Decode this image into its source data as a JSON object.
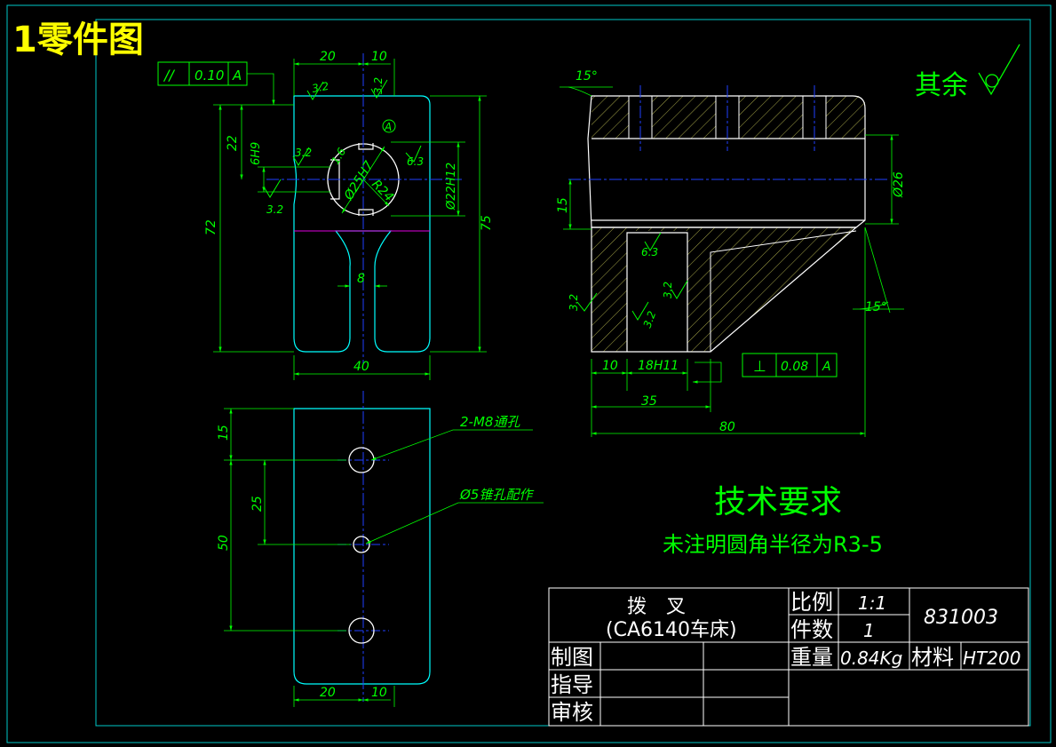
{
  "sheet_title": "1零件图",
  "surface_note": "其余",
  "front_view": {
    "dim_top_left": "20",
    "dim_top_right": "10",
    "dim_bottom_width": "40",
    "dim_left_22": "22",
    "dim_left_6h9": "6H9",
    "dim_left_72": "72",
    "dim_right_75": "75",
    "dim_rib_8": "8",
    "dim_bore": "Ø25H7",
    "dim_radius": "R24",
    "dim_right_bore": "Ø22H12",
    "rough_3_2_top": "3.2",
    "rough_3_2_top_r": "3.2",
    "rough_3_2_left": "3.2",
    "rough_3_2_low": "3.2",
    "rough_1_6": "1.6",
    "rough_6_3": "6.3",
    "datum_letter": "A",
    "tol_sym": "//",
    "tol_value": "0.10",
    "tol_datum": "A"
  },
  "side_view": {
    "angle_top": "15°",
    "angle_bottom": "15°",
    "dim_26": "Ø26",
    "dim_15": "15",
    "dim_10": "10",
    "dim_18h11": "18H11",
    "dim_35": "35",
    "dim_80": "80",
    "rough_6_3": "6.3",
    "rough_3_2_a": "3.2",
    "rough_3_2_b": "3.2",
    "rough_3_2_c": "3.2",
    "tol_sym": "⊥",
    "tol_value": "0.08",
    "tol_datum": "A"
  },
  "bottom_view": {
    "dim_15": "15",
    "dim_25": "25",
    "dim_50": "50",
    "dim_20": "20",
    "dim_10": "10",
    "note_m8": "2-M8通孔",
    "note_pin": "Ø5锥孔配作"
  },
  "requirements": {
    "heading": "技术要求",
    "text": "未注明圆角半径为R3-5"
  },
  "title_block": {
    "part_name": "拨　叉",
    "part_sub": "(CA6140车床)",
    "scale_label": "比例",
    "scale_value": "1:1",
    "qty_label": "件数",
    "qty_value": "1",
    "weight_label": "重量",
    "weight_value": "0.84Kg",
    "material_label": "材料",
    "material_value": "HT200",
    "drawing_no": "831003",
    "drawn_label": "制图",
    "guide_label": "指导",
    "review_label": "审核"
  }
}
